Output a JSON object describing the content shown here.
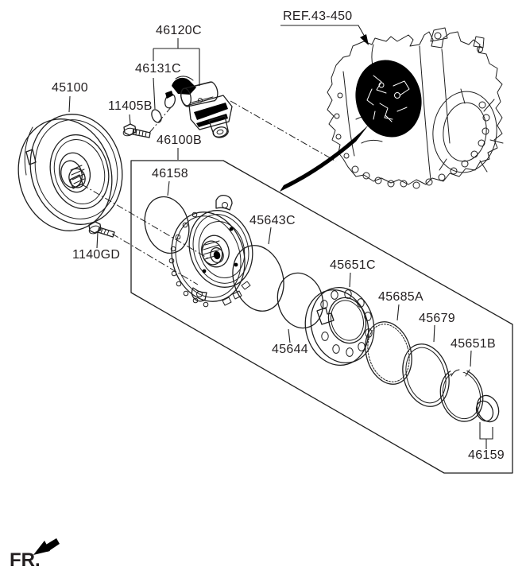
{
  "labels": {
    "ref": "REF.43-450",
    "fr": "FR.",
    "p46120c": "46120C",
    "p46131c": "46131C",
    "p45100": "45100",
    "p11405b": "11405B",
    "p46100b": "46100B",
    "p46158": "46158",
    "p1140gd": "1140GD",
    "p45643c": "45643C",
    "p45644": "45644",
    "p45651c": "45651C",
    "p45685a": "45685A",
    "p45679": "45679",
    "p45651b": "45651B",
    "p46159": "46159"
  },
  "colors": {
    "line": "#1f1f1f",
    "text": "#231f20",
    "highlight": "#000000",
    "background": "#ffffff"
  }
}
